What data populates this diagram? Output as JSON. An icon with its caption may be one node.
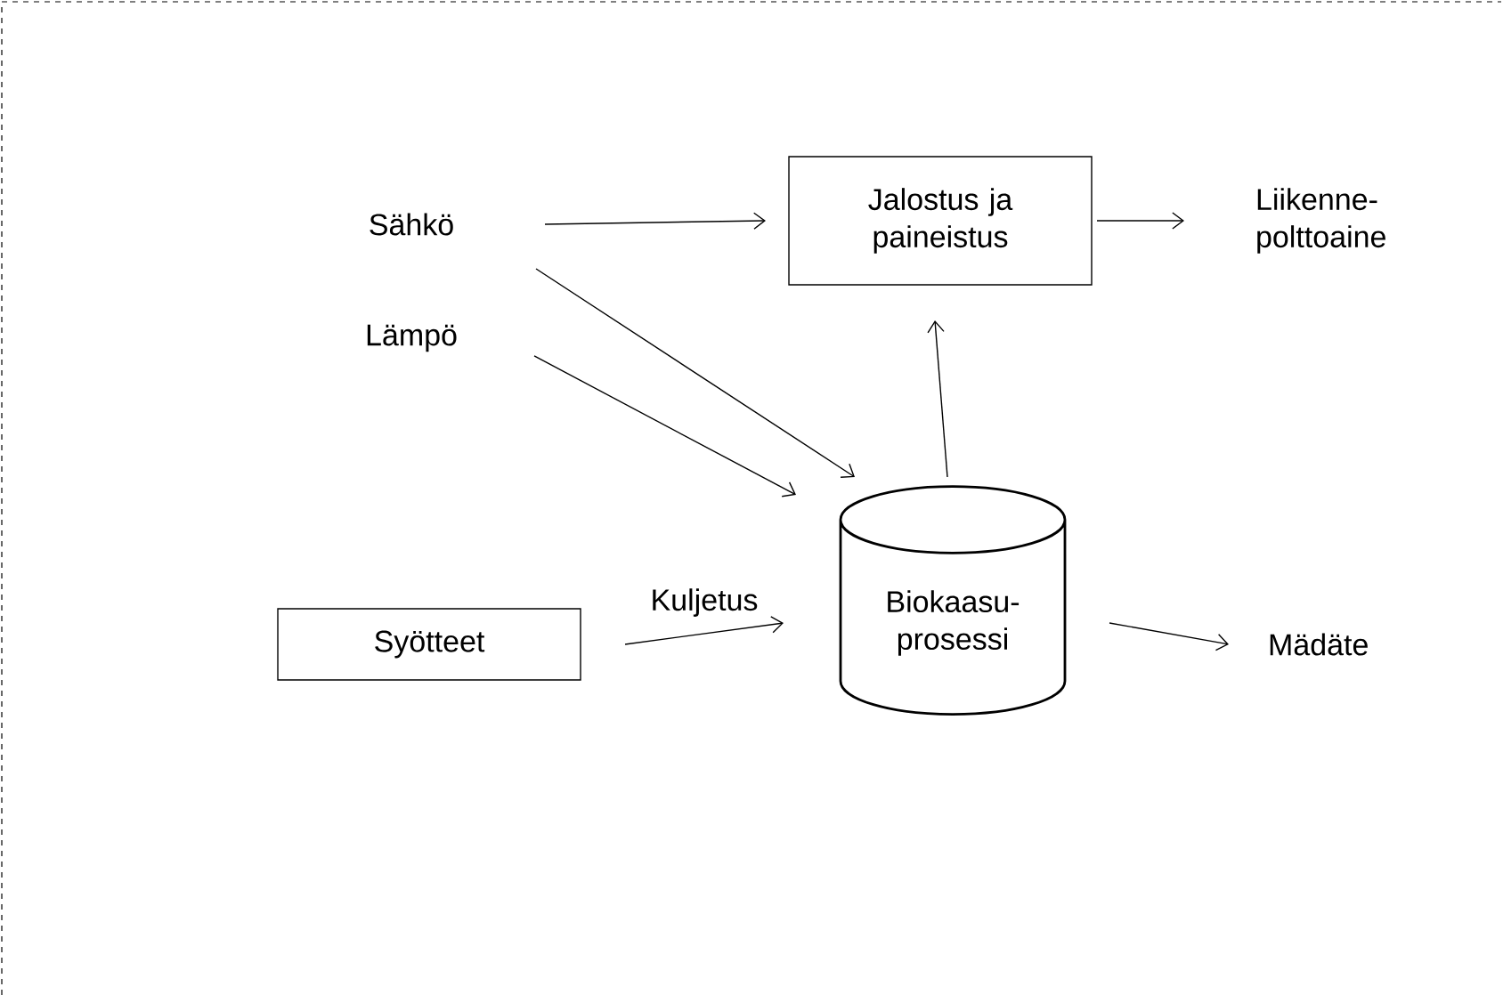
{
  "diagram": {
    "nodes": [
      {
        "text": [
          "Sähkö"
        ]
      },
      {
        "text": [
          "Jalostus ja paineistus"
        ]
      },
      {
        "text": [
          "Liikenne-polttoaine"
        ]
      },
      {
        "text": [
          "Lämpö"
        ]
      },
      {
        "text": [
          "Syötteet"
        ]
      },
      {
        "text": [
          "Biokaasu-prosessi"
        ]
      },
      {
        "text": [
          "Mädäte"
        ]
      }
    ],
    "edges": [
      {
        "from": 0,
        "to": 1,
        "arrow": "to"
      },
      {
        "from": 1,
        "to": 2,
        "arrow": "to"
      },
      {
        "from": 0,
        "to": 5,
        "arrow": "to"
      },
      {
        "from": 3,
        "to": 5,
        "arrow": "to"
      },
      {
        "from": 5,
        "to": 1,
        "arrow": "to"
      },
      {
        "from": 4,
        "to": 5,
        "label": "Kuljetus",
        "arrow": "to"
      },
      {
        "from": 5,
        "to": 6,
        "arrow": "to"
      }
    ]
  }
}
